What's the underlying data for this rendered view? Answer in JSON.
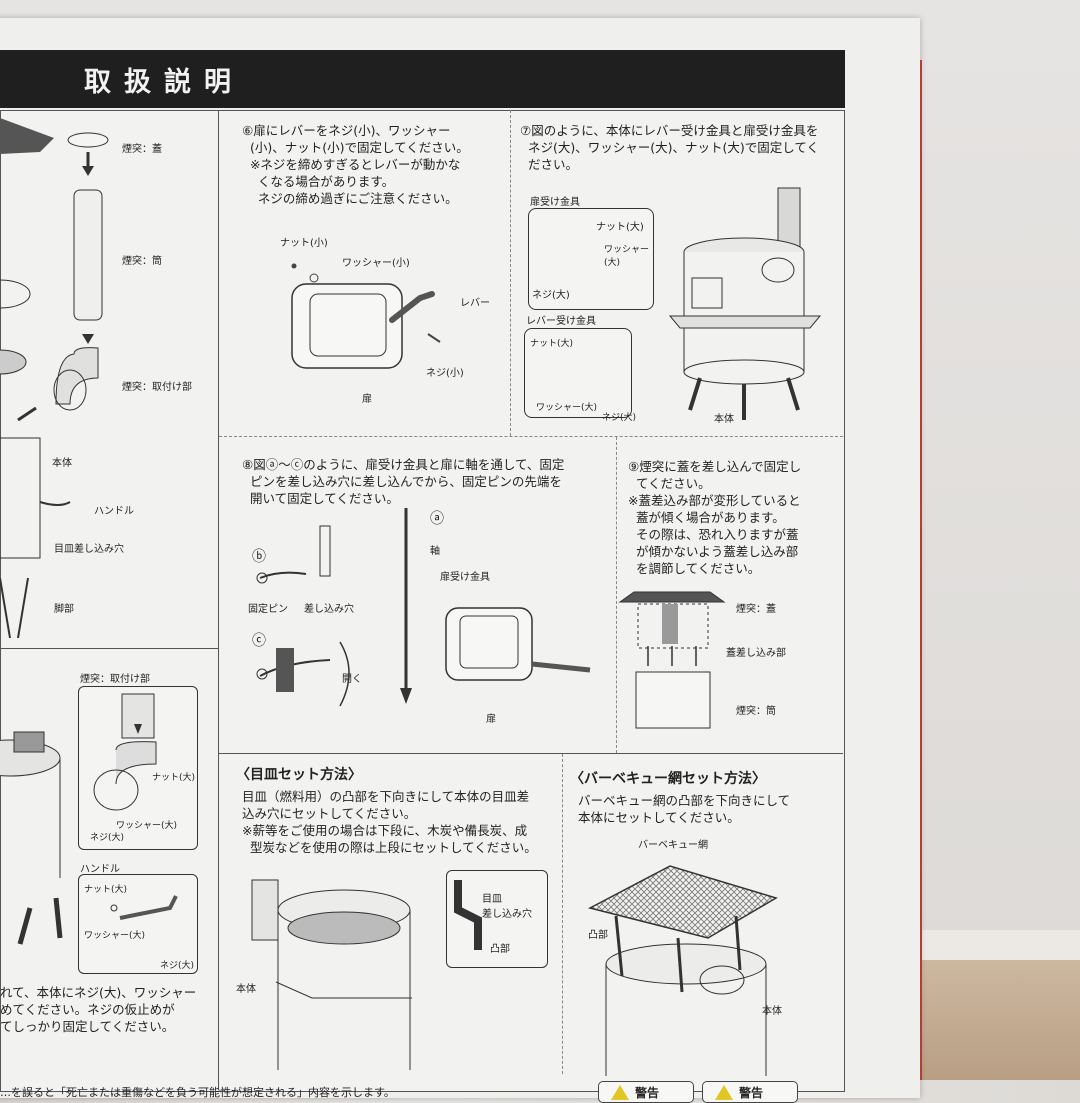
{
  "header": {
    "title": "取扱説明"
  },
  "step6": {
    "text": "⑥扉にレバーをネジ(小)、ワッシャー\n  (小)、ナット(小)で固定してください。\n  ※ネジを締めすぎるとレバーが動かな\n    くなる場合があります。\n    ネジの締め過ぎにご注意ください。",
    "labels": {
      "nut": "ナット(小)",
      "washer": "ワッシャー(小)",
      "lever": "レバー",
      "screw": "ネジ(小)",
      "door": "扉"
    }
  },
  "step7": {
    "text": "⑦図のように、本体にレバー受け金具と扉受け金具を\n  ネジ(大)、ワッシャー(大)、ナット(大)で固定してく\n  ださい。",
    "labels": {
      "door_bracket": "扉受け金具",
      "nut": "ナット(大)",
      "washer": "ワッシャー\n(大)",
      "screw": "ネジ(大)",
      "lever_bracket": "レバー受け金具",
      "nut2": "ナット(大)",
      "washer2": "ワッシャー(大)",
      "screw2": "ネジ(大)",
      "body": "本体"
    }
  },
  "step8": {
    "text": "⑧図ⓐ～ⓒのように、扉受け金具と扉に軸を通して、固定\n  ピンを差し込み穴に差し込んでから、固定ピンの先端を\n  開いて固定してください。",
    "labels": {
      "a": "ⓐ",
      "axis": "軸",
      "b": "ⓑ",
      "pin": "固定ピン",
      "hole": "差し込み穴",
      "bracket": "扉受け金具",
      "c": "ⓒ",
      "open": "開く",
      "door": "扉"
    }
  },
  "step9": {
    "text": "⑨煙突に蓋を差し込んで固定し\n  てください。\n※蓋差込み部が変形していると\n  蓋が傾く場合があります。\n  その際は、恐れ入りますが蓋\n  が傾かないよう蓋差し込み部\n  を調節してください。",
    "labels": {
      "lid": "煙突：蓋",
      "insert": "蓋差し込み部",
      "pipe": "煙突：筒"
    }
  },
  "left_column": {
    "labels": {
      "lid": "煙突：蓋",
      "pipe": "煙突：筒",
      "mount": "煙突：取付け部",
      "body": "本体",
      "handle": "ハンドル",
      "grate_hole": "目皿差し込み穴",
      "leg": "脚部"
    }
  },
  "left_lower": {
    "mount_title": "煙突：取付け部",
    "labels": {
      "nut": "ナット(大)",
      "washer": "ワッシャー(大)",
      "screw": "ネジ(大)"
    },
    "handle_title": "ハンドル",
    "handle_labels": {
      "nut": "ナット(大)",
      "washer": "ワッシャー(大)",
      "screw": "ネジ(大)"
    },
    "text": "れて、本体にネジ(大)、ワッシャー\nめてください。ネジの仮止めが\nてしっかり固定してください。"
  },
  "grate": {
    "title": "〈目皿セット方法〉",
    "text": "目皿（燃料用）の凸部を下向きにして本体の目皿差\n込み穴にセットしてください。\n※薪等をご使用の場合は下段に、木炭や備長炭、成\n  型炭などを使用の際は上段にセットしてください。",
    "labels": {
      "grate": "目皿",
      "hole": "目皿\n差し込み穴",
      "bump": "凸部",
      "body": "本体"
    }
  },
  "bbq": {
    "title": "〈バーベキュー網セット方法〉",
    "text": "バーベキュー網の凸部を下向きにして\n本体にセットしてください。",
    "labels": {
      "net": "バーベキュー網",
      "bump": "凸部",
      "body": "本体"
    }
  },
  "footer": {
    "text": "…を誤ると「死亡または重傷などを負う可能性が想定される」内容を示します。",
    "warn1": "警告",
    "warn2": "警告"
  }
}
